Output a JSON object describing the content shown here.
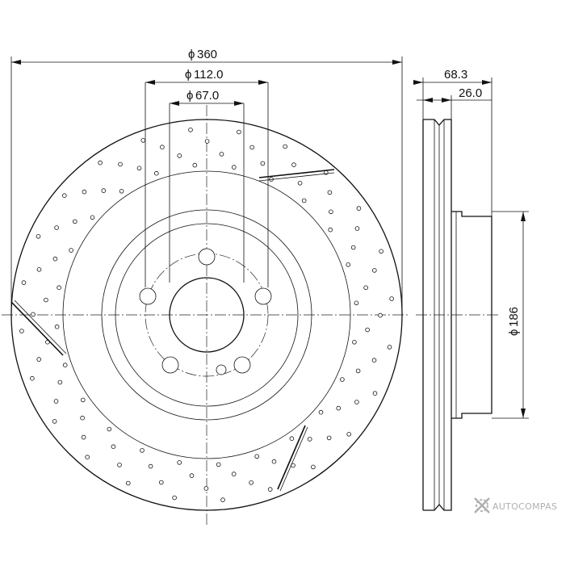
{
  "dimensions": {
    "outer_diameter": "360",
    "pcd": "112.0",
    "center_bore": "67.0",
    "overall_height": "68.3",
    "disc_thickness": "26.0",
    "hat_diameter": "186"
  },
  "diameter_symbol": "ϕ",
  "watermark": {
    "text": "AUTOCOMPAS",
    "icon": "gear-x-icon",
    "color": "#b0b0b0"
  }
}
